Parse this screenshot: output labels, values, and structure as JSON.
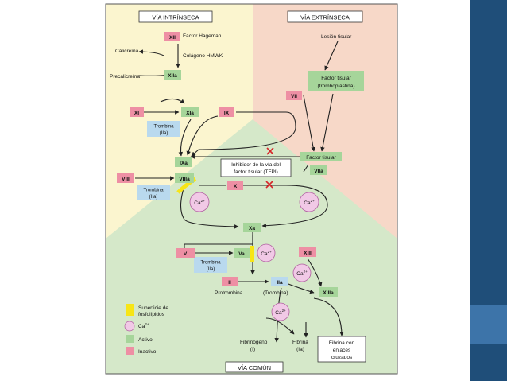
{
  "slide": {
    "sidebar_color": "#1f4e79",
    "sidebar_accent_color": "#3d74a9"
  },
  "diagram": {
    "colors": {
      "intrinsic_bg": "#fbf5cf",
      "extrinsic_bg": "#f7d8c8",
      "common_bg": "#d5e8c9",
      "active": "#a6d59a",
      "inactive": "#ee8fa4",
      "thrombin_box": "#b9d9ee",
      "calcium": "#f1c9e6",
      "phospholipid": "#f7e516",
      "inhibit": "#d6262a"
    },
    "headers": {
      "intrinsic": "VÍA INTRÍNSECA",
      "extrinsic": "VÍA EXTRÍNSECA",
      "common": "VÍA COMÚN"
    },
    "labels": {
      "hageman": "Factor Hageman",
      "calicreina": "Calicreína",
      "colageno": "Colágeno HMWK",
      "precalicreina": "Precalicreína",
      "lesion": "Lesión tisular",
      "factor_tisular_1": "Factor tisular",
      "factor_tisular_2": "(tromboplastina)",
      "tfpi_1": "Inhibidor de la vía del",
      "tfpi_2": "factor tisular (TFPI)",
      "protrombina": "Protrombina",
      "trombina_paren": "(Trombina)",
      "fibrinogeno_1": "Fibrinógeno",
      "fibrinogeno_2": "(I)",
      "fibrina_1": "Fibrina",
      "fibrina_2": "(Ia)",
      "fibrina_cruzada_1": "Fibrina con",
      "fibrina_cruzada_2": "enlaces",
      "fibrina_cruzada_3": "cruzados",
      "trombina_1": "Trombina",
      "trombina_2": "(IIa)",
      "ca": "Ca",
      "ca_sup": "2+"
    },
    "factors": {
      "XII": "XII",
      "XIIa": "XIIa",
      "XI": "XI",
      "XIa": "XIa",
      "IX": "IX",
      "IXa": "IXa",
      "VIII": "VIII",
      "VIIIa": "VIIIa",
      "VII": "VII",
      "VIIa": "VIIa",
      "X": "X",
      "Xa": "Xa",
      "V": "V",
      "Va": "Va",
      "II": "II",
      "IIa": "IIa",
      "XIII": "XIII",
      "XIIIa": "XIIIa"
    },
    "legend": {
      "phospholipid_1": "Superficie de",
      "phospholipid_2": "fosfolípidos",
      "calcium": "Ca",
      "calcium_sup": "2+",
      "active": "Activo",
      "inactive": "Inactivo"
    }
  }
}
